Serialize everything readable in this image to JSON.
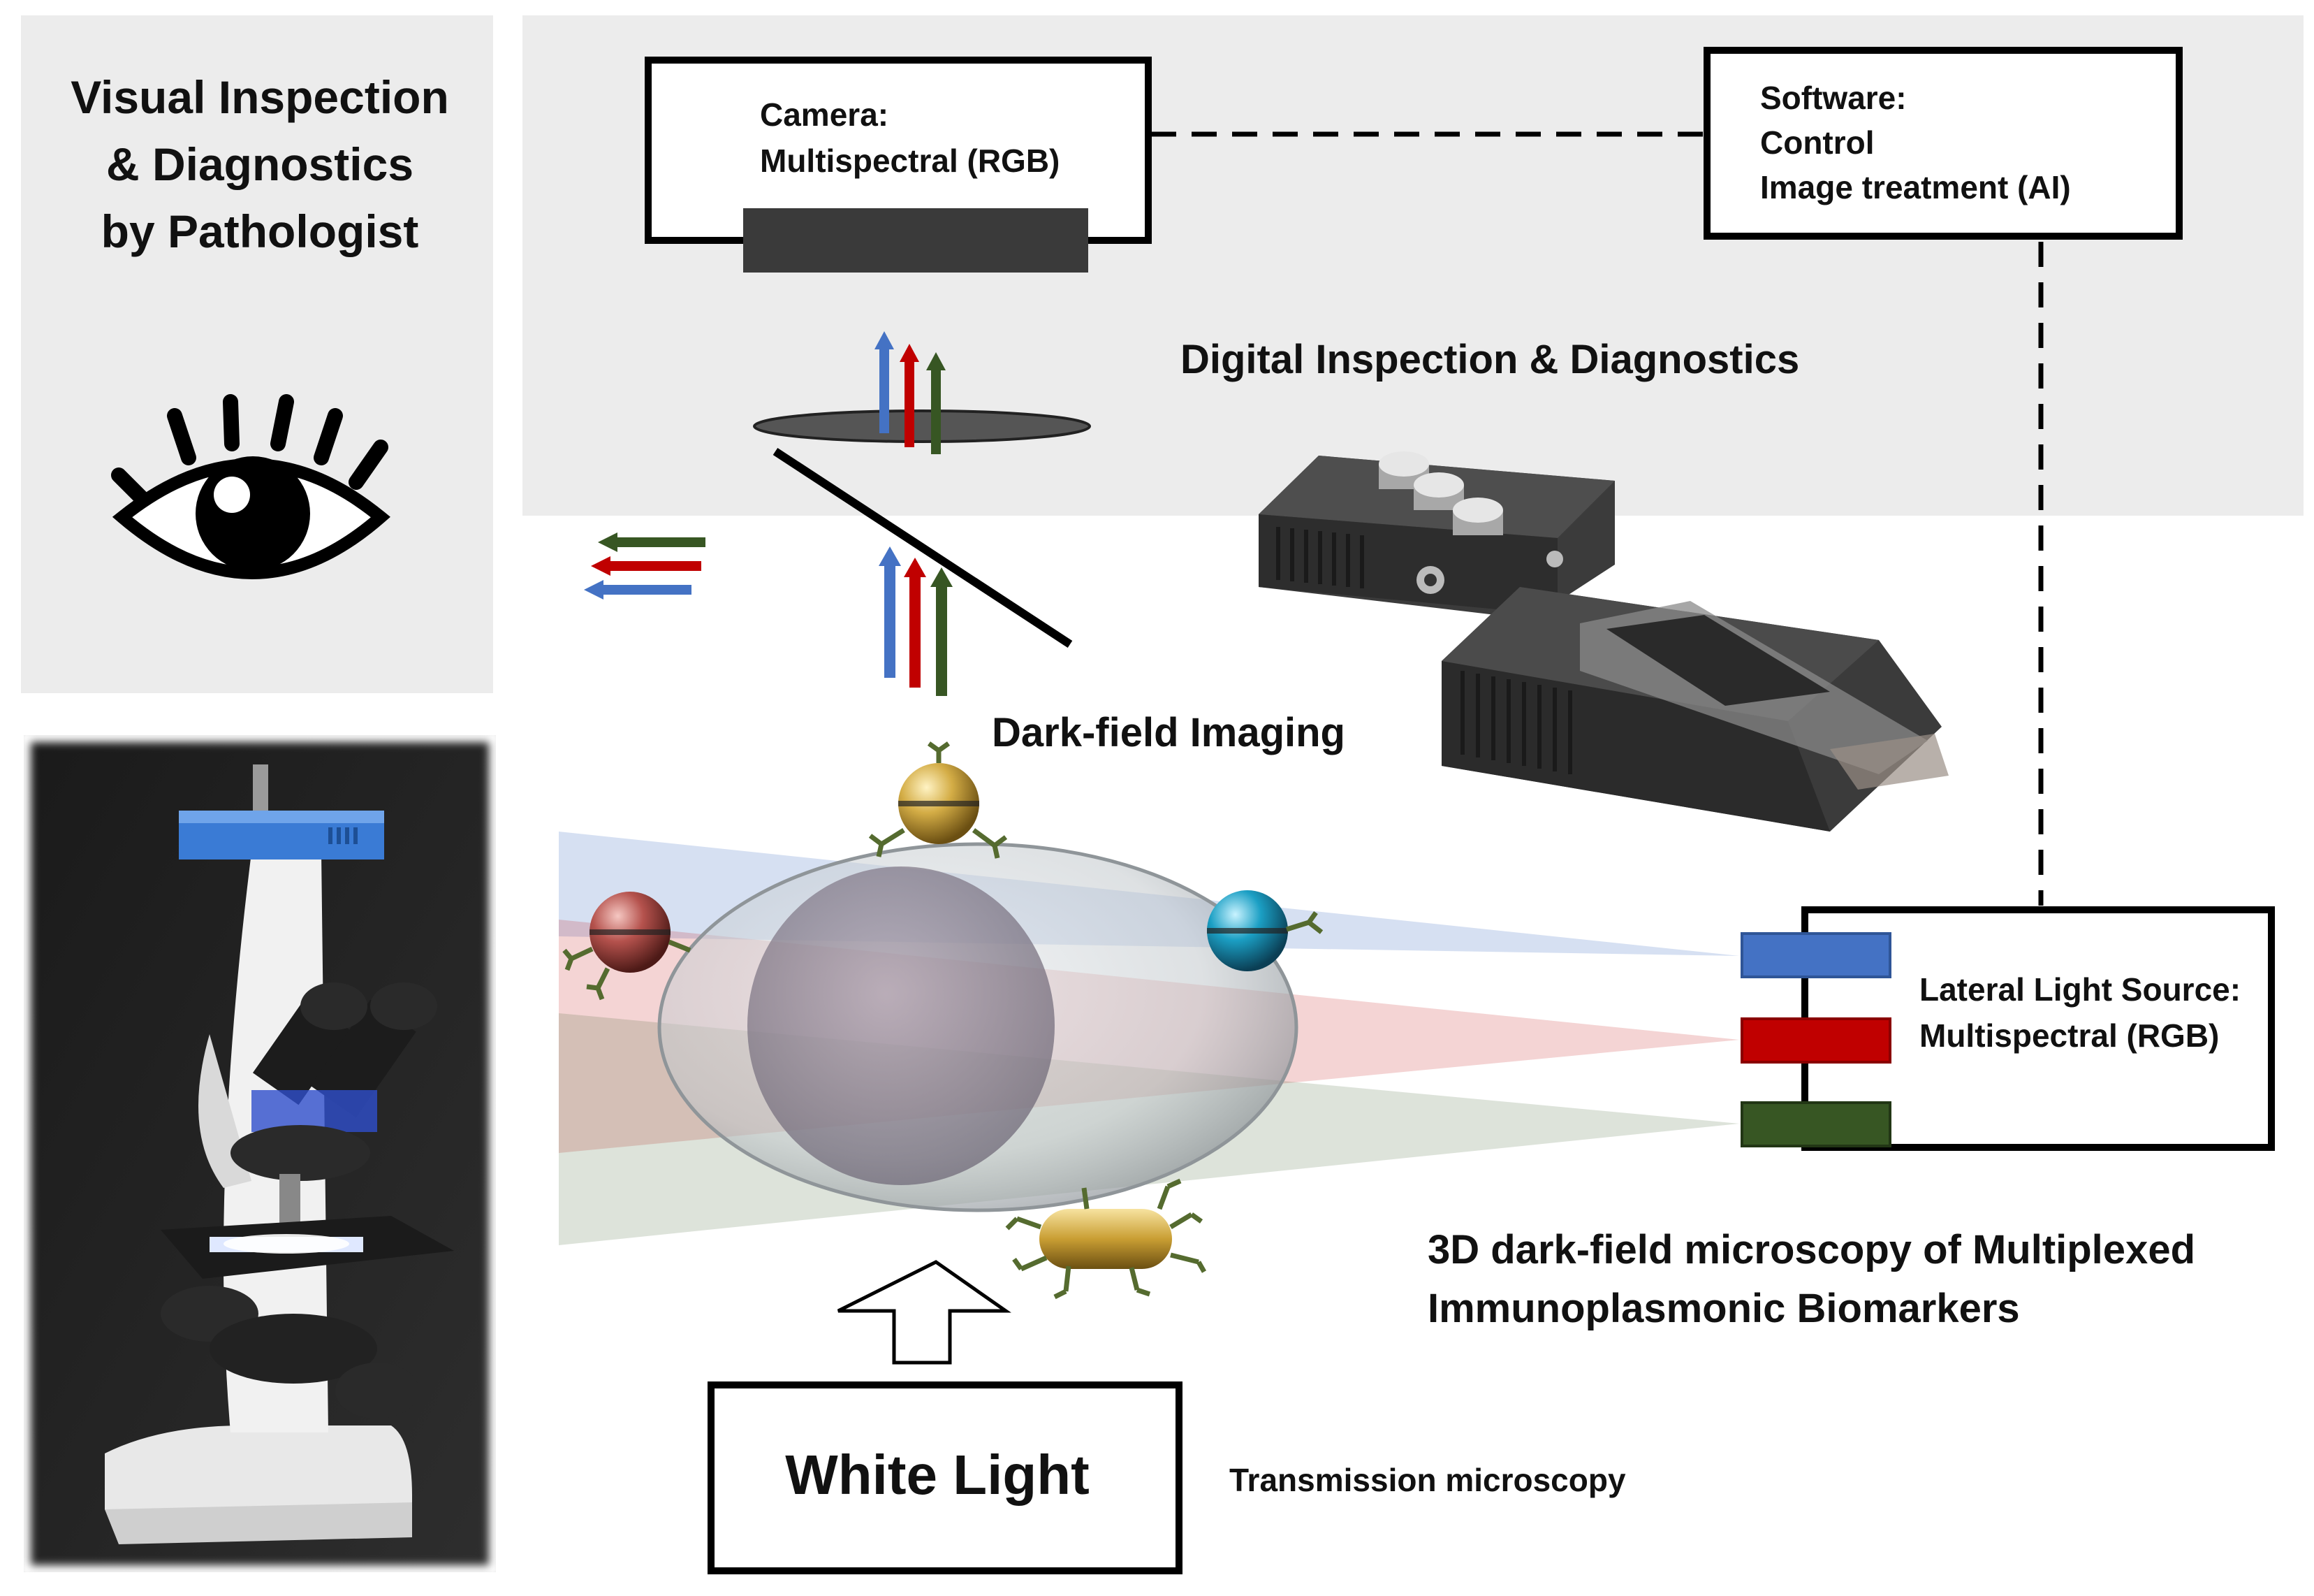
{
  "left_panel": {
    "title_lines": [
      "Visual Inspection",
      "& Diagnostics",
      "by Pathologist"
    ]
  },
  "camera": {
    "lines": [
      "Camera:",
      "Multispectral (RGB)"
    ]
  },
  "software": {
    "lines": [
      "Software:",
      "Control",
      "Image treatment (AI)"
    ]
  },
  "digital_label": "Digital Inspection & Diagnostics",
  "darkfield_label": "Dark-field Imaging",
  "light_source": {
    "lines": [
      "Lateral Light Source:",
      "Multispectral (RGB)"
    ]
  },
  "biomarkers_label": [
    "3D dark-field microscopy of Multiplexed",
    "Immunoplasmonic Biomarkers"
  ],
  "white_light": "White Light",
  "transmission_label": "Transmission microscopy",
  "colors": {
    "panel_bg": "#ececec",
    "blue": "#4472c4",
    "red": "#c00000",
    "green": "#375623",
    "gold": "#c9a23a",
    "cyan": "#1b9fc4",
    "rose": "#b5524d"
  }
}
